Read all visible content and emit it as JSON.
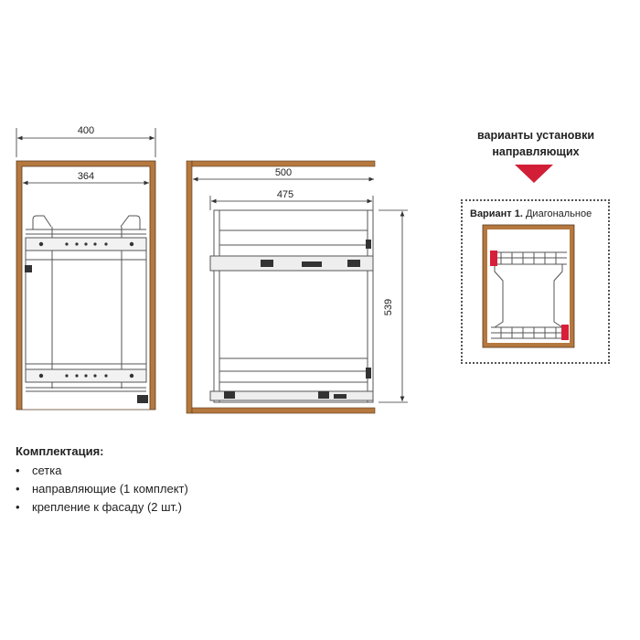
{
  "dimensions": {
    "front_outer_width": "400",
    "front_inner_width": "364",
    "side_depth": "500",
    "side_basket_depth": "475",
    "side_height": "539"
  },
  "install": {
    "title": "варианты установки направляющих",
    "variant_prefix": "Вариант 1.",
    "variant_name": "Диагональное"
  },
  "kit": {
    "title": "Комплектация:",
    "items": [
      "сетка",
      "направляющие (1 комплект)",
      "крепление к фасаду  (2 шт.)"
    ]
  },
  "colors": {
    "cabinet_wood": "#b5783f",
    "accent_red": "#d71f3a",
    "arrow_red": "#d21f37",
    "line": "#444444"
  }
}
